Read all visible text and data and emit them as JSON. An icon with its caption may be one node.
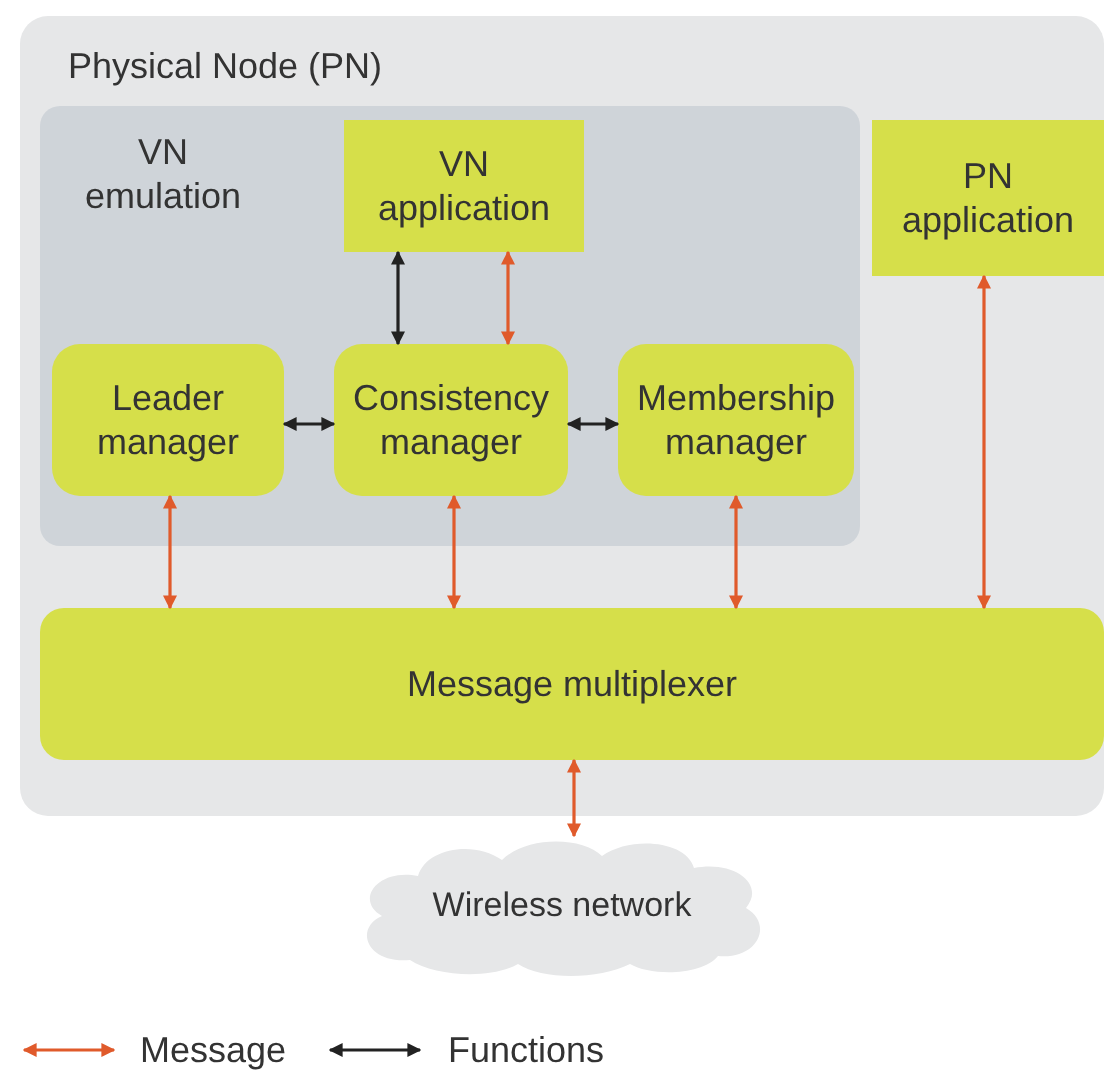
{
  "diagram": {
    "nodes": [
      {
        "text": [
          "Physical Node (PN)"
        ]
      },
      {
        "text": [
          "VN emulation"
        ],
        "in": 0
      },
      {
        "text": [
          "VN application"
        ],
        "in": 1
      },
      {
        "text": [
          "Leader manager"
        ],
        "in": 1
      },
      {
        "text": [
          "Consistency manager"
        ],
        "in": 1
      },
      {
        "text": [
          "Membership manager"
        ],
        "in": 1
      },
      {
        "text": [
          "PN application"
        ],
        "in": 0
      },
      {
        "text": [
          "Message multiplexer"
        ],
        "in": 0
      },
      {
        "text": [
          "Wireless network"
        ]
      }
    ],
    "edges": [
      {
        "from": 2,
        "to": 4,
        "arrow": "both",
        "color": "#222222"
      },
      {
        "from": 2,
        "to": 4,
        "arrow": "both"
      },
      {
        "from": 3,
        "to": 4,
        "arrow": "both",
        "color": "#222222"
      },
      {
        "from": 4,
        "to": 5,
        "arrow": "both",
        "color": "#222222"
      },
      {
        "from": 3,
        "to": 7,
        "arrow": "both"
      },
      {
        "from": 4,
        "to": 7,
        "arrow": "both"
      },
      {
        "from": 5,
        "to": 7,
        "arrow": "both"
      },
      {
        "from": 6,
        "to": 7,
        "arrow": "both"
      },
      {
        "from": 7,
        "to": 8,
        "arrow": "both"
      }
    ],
    "legend": [
      {
        "text": "Message"
      },
      {
        "text": "Functions"
      }
    ]
  }
}
